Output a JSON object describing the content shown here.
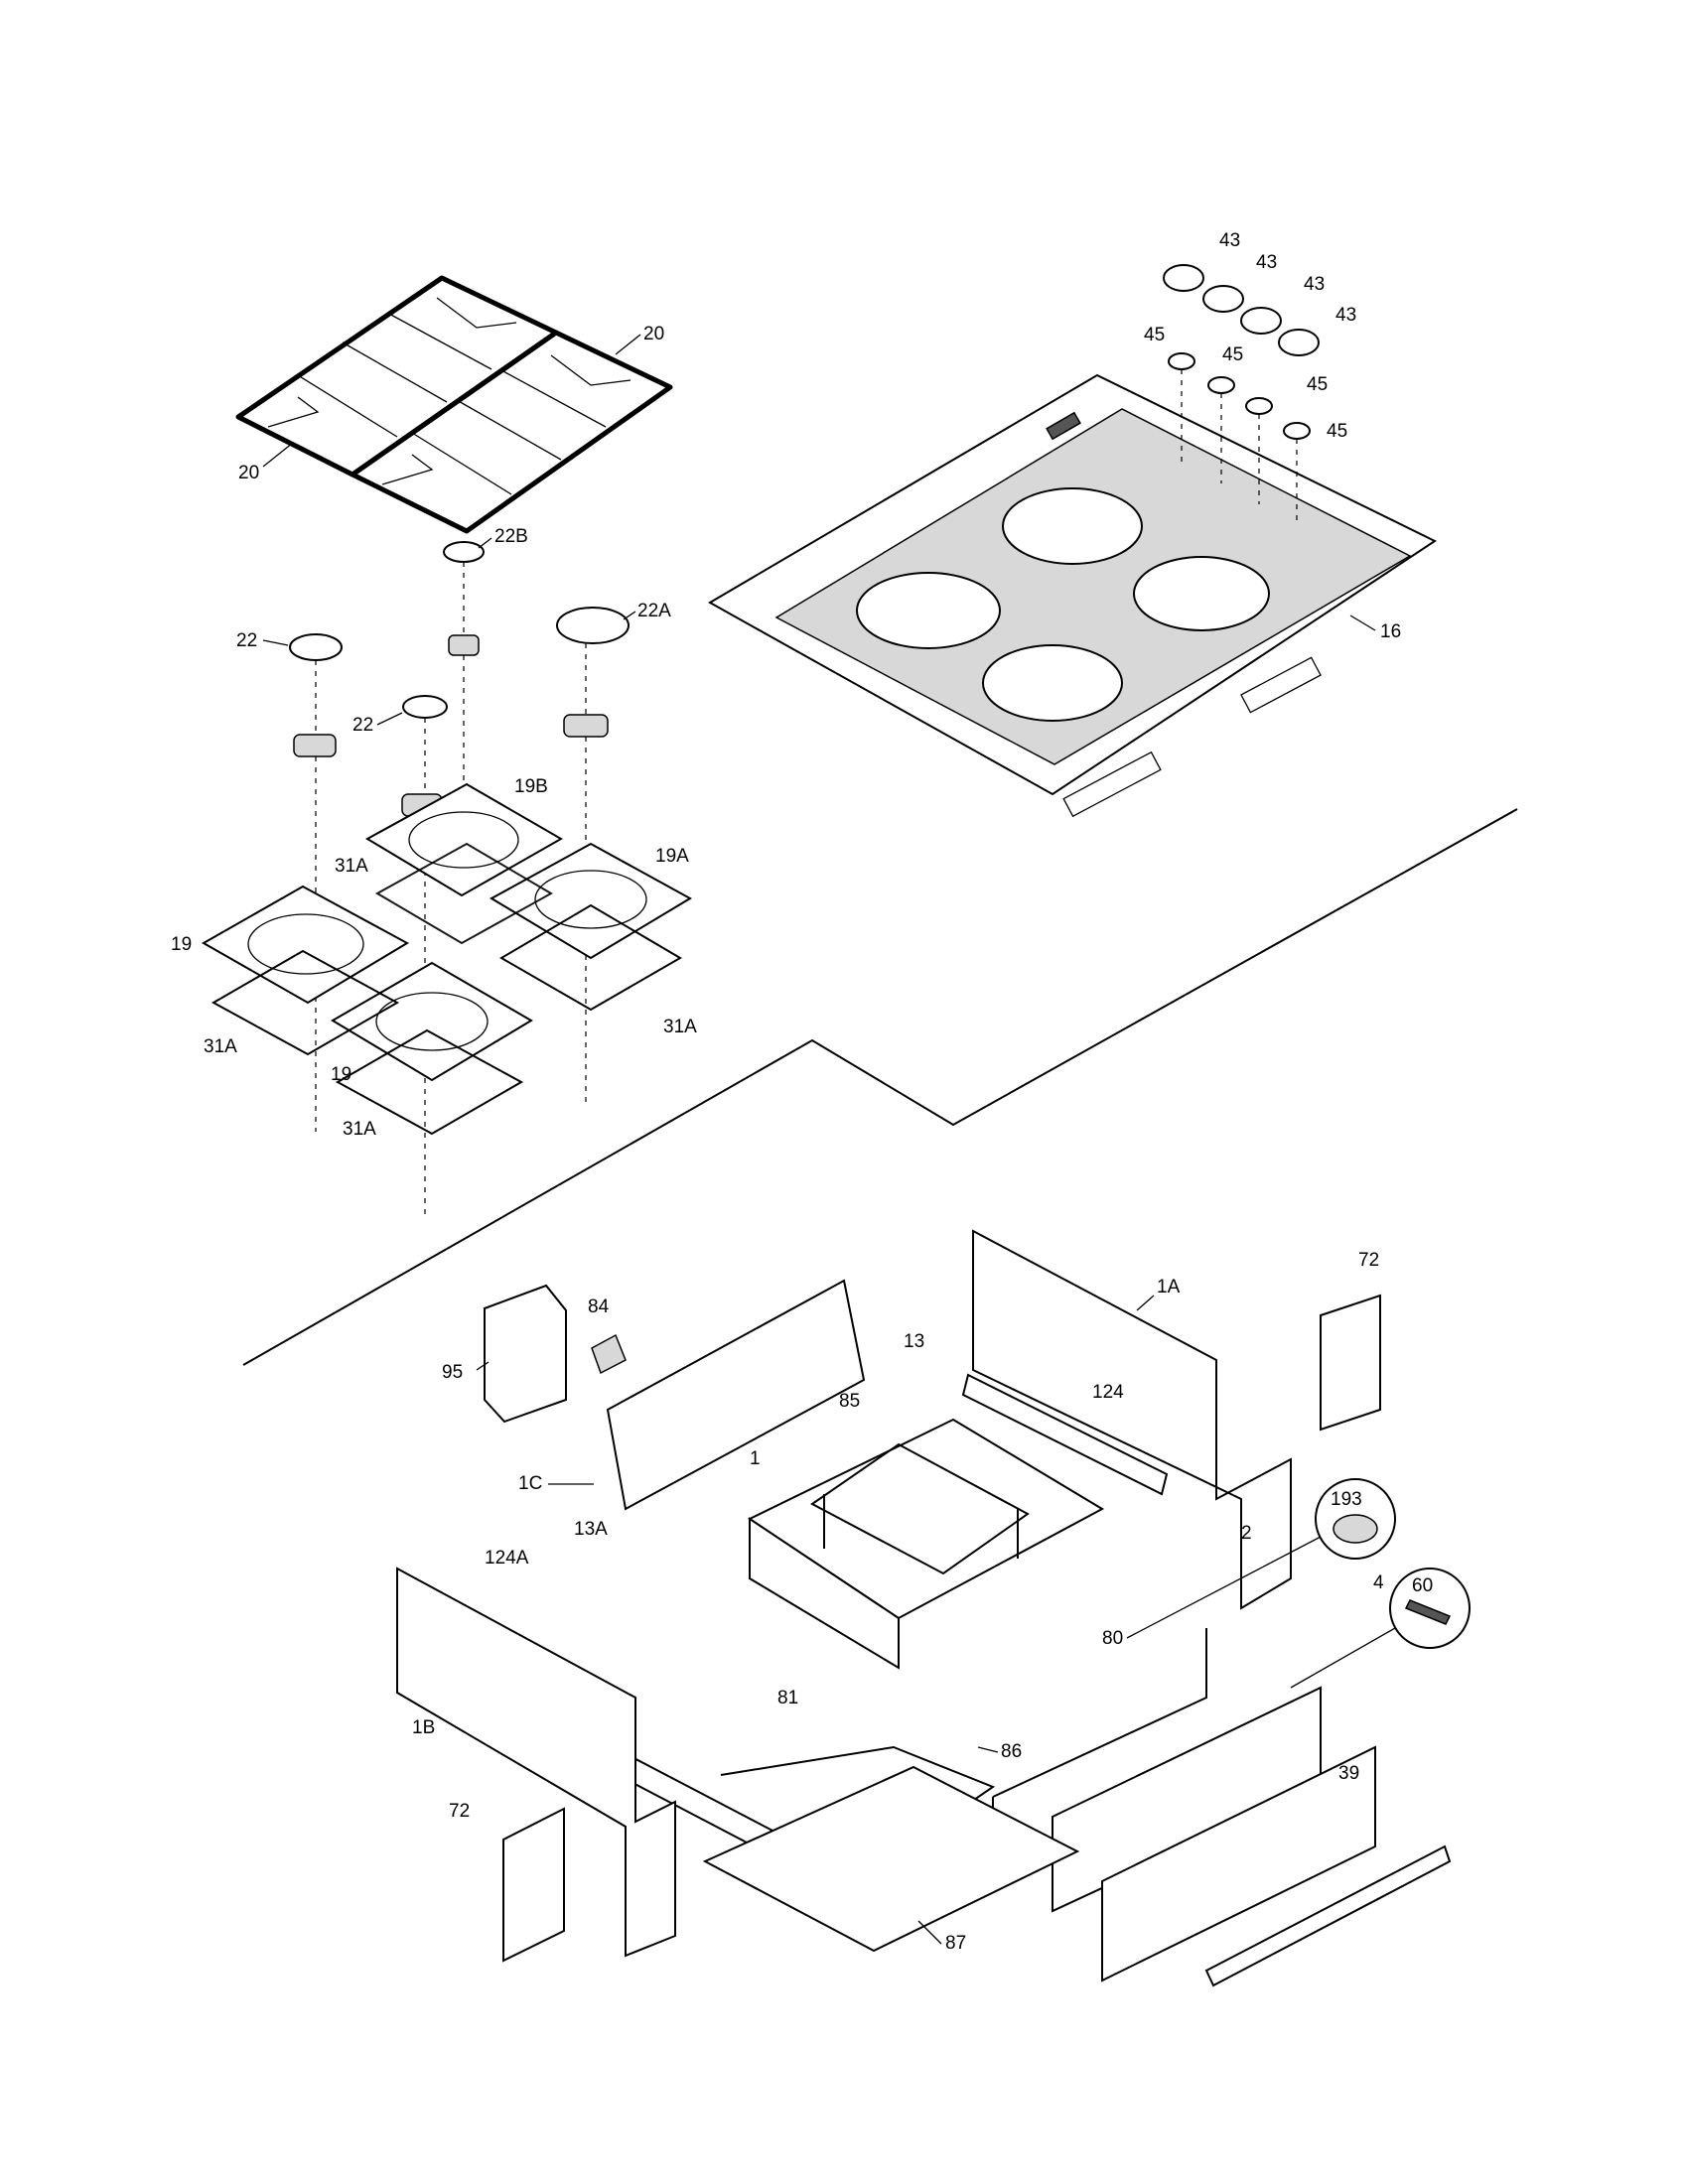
{
  "colors": {
    "ink": "#000000",
    "paper": "#ffffff",
    "glass": "#d8d8d8"
  },
  "diagram": {
    "labels": {
      "grate_right": "20",
      "grate_left": "20",
      "cap_22b": "22B",
      "cap_22": "22",
      "cap_22a": "22A",
      "cap_22_front": "22",
      "pan_19b": "19B",
      "pan_19a": "19A",
      "pan_19": "19",
      "pan_19_front": "19",
      "seal_31a_rear": "31A",
      "seal_31a_left": "31A",
      "seal_31a_right": "31A",
      "seal_31a_front": "31A",
      "knob_43_1": "43",
      "knob_43_2": "43",
      "knob_43_3": "43",
      "knob_43_4": "43",
      "bezel_45_1": "45",
      "bezel_45_2": "45",
      "bezel_45_3": "45",
      "bezel_45_4": "45",
      "cooktop_16": "16",
      "side_panel_1a": "1A",
      "bracket_72_rear": "72",
      "plug_193": "193",
      "screw_60": "60",
      "switch_84": "84",
      "box_95": "95",
      "rear_panel_1c": "1C",
      "rail_13": "13",
      "slide_124": "124",
      "rack_85": "85",
      "drawer_1": "1",
      "rail_13a": "13A",
      "slide_124a": "124A",
      "panel_2": "2",
      "front_4": "4",
      "gasket_80": "80",
      "side_panel_1b": "1B",
      "element_81": "81",
      "clip_86": "86",
      "handle_39": "39",
      "bracket_72_front": "72",
      "bottom_87": "87"
    }
  }
}
